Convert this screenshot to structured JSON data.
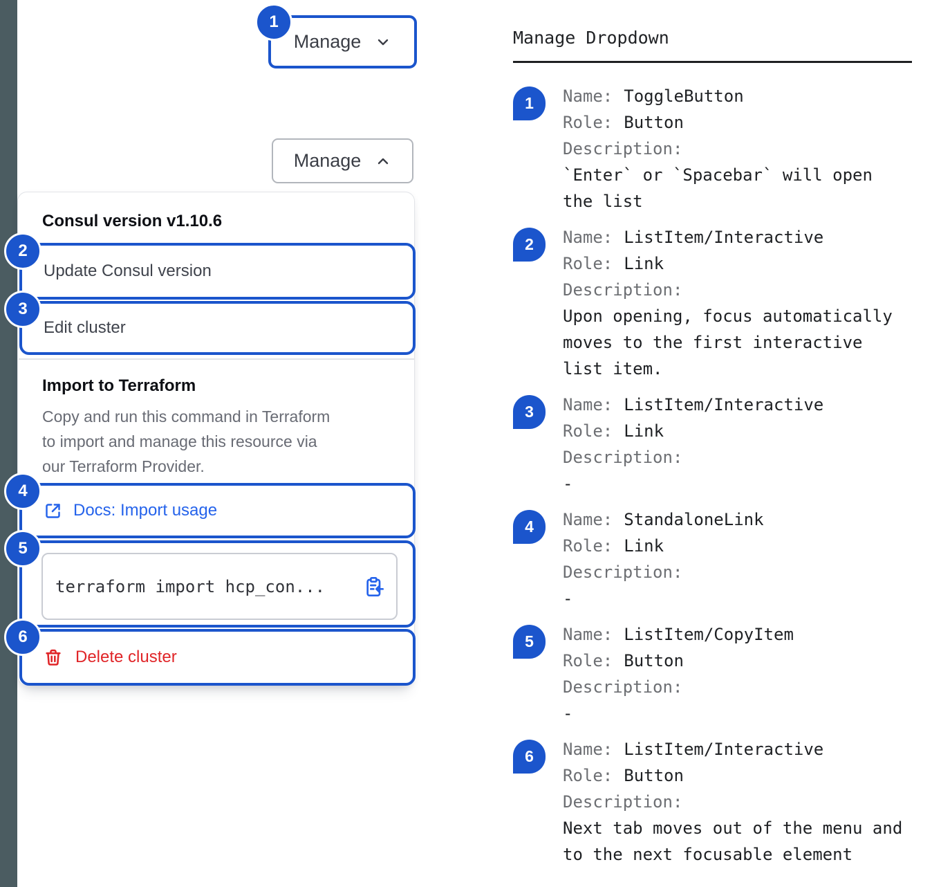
{
  "colors": {
    "accent_blue": "#1b55cc",
    "link_blue": "#2563eb",
    "danger_red": "#e02528",
    "strip": "#4b5c61"
  },
  "toggle_button": {
    "label": "Manage",
    "badge": "1"
  },
  "toggle_button_open": {
    "label": "Manage"
  },
  "dropdown": {
    "version_header": "Consul version v1.10.6",
    "items": [
      {
        "badge": "2",
        "label": "Update Consul version"
      },
      {
        "badge": "3",
        "label": "Edit cluster"
      }
    ],
    "terraform_section": {
      "title": "Import to Terraform",
      "description": "Copy and run this command in Terraform\nto import and manage this resource via\nour Terraform Provider.",
      "docs_link": {
        "badge": "4",
        "label": "Docs: Import usage",
        "icon": "external-link-icon"
      },
      "copy_command": {
        "badge": "5",
        "text": "terraform import hcp_con...",
        "icon": "clipboard-copy-icon"
      },
      "delete_item": {
        "badge": "6",
        "label": "Delete cluster",
        "icon": "trash-icon"
      }
    }
  },
  "legend": {
    "title": "Manage Dropdown",
    "name_label": "Name:",
    "role_label": "Role:",
    "description_label": "Description:",
    "entries": [
      {
        "num": "1",
        "name": "ToggleButton",
        "role": "Button",
        "description": "`Enter` or `Spacebar` will open\nthe list"
      },
      {
        "num": "2",
        "name": "ListItem/Interactive",
        "role": "Link",
        "description": "Upon opening, focus automatically\nmoves to the first interactive\nlist item."
      },
      {
        "num": "3",
        "name": "ListItem/Interactive",
        "role": "Link",
        "description": "-"
      },
      {
        "num": "4",
        "name": "StandaloneLink",
        "role": "Link",
        "description": "-"
      },
      {
        "num": "5",
        "name": "ListItem/CopyItem",
        "role": "Button",
        "description": "-"
      },
      {
        "num": "6",
        "name": "ListItem/Interactive",
        "role": "Button",
        "description": "Next tab moves out of the menu and\nto the next focusable element"
      }
    ]
  }
}
